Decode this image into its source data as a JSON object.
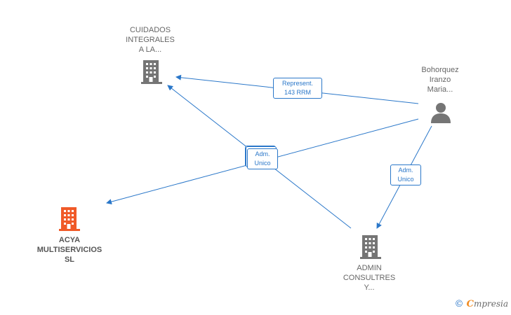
{
  "nodes": {
    "cuidados": {
      "label_lines": [
        "CUIDADOS",
        "INTEGRALES",
        "A LA..."
      ],
      "color": "#757575",
      "icon": "building-icon"
    },
    "bohorquez": {
      "label_lines": [
        "Bohorquez",
        "Iranzo",
        "Maria..."
      ],
      "color": "#757575",
      "icon": "person-icon"
    },
    "acya": {
      "label_lines": [
        "ACYA",
        "MULTISERVICIOS",
        "SL"
      ],
      "color": "#f05a28",
      "icon": "building-icon"
    },
    "admin": {
      "label_lines": [
        "ADMIN",
        "CONSULTRES",
        "Y..."
      ],
      "color": "#757575",
      "icon": "building-icon"
    }
  },
  "edges": [
    {
      "from": "bohorquez",
      "to": "cuidados",
      "label_lines": [
        "Represent.",
        "143 RRM"
      ]
    },
    {
      "from": "admin",
      "to": "cuidados",
      "label_lines": [
        "Adm.",
        "Unico"
      ]
    },
    {
      "from": "bohorquez",
      "to": "acya",
      "label_lines": [
        "Adm.",
        "Unico"
      ]
    },
    {
      "from": "bohorquez",
      "to": "admin",
      "label_lines": [
        "Adm.",
        "Unico"
      ]
    }
  ],
  "colors": {
    "edge": "#2a77c9",
    "accent": "#f05a28"
  },
  "footer": {
    "copyright_symbol": "©",
    "brand_initial": "C",
    "brand_rest": "mpresia"
  }
}
